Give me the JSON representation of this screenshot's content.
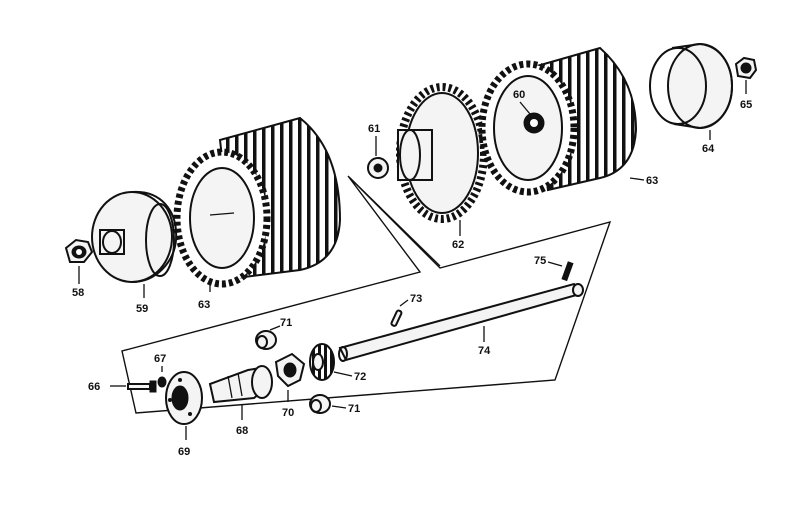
{
  "parts": [
    {
      "id": "nut-58",
      "label": "58"
    },
    {
      "id": "hub-59",
      "label": "59"
    },
    {
      "id": "sprocket-drum-left",
      "label": "63"
    },
    {
      "id": "washer-61",
      "label": "61"
    },
    {
      "id": "sprocket-62",
      "label": "62"
    },
    {
      "id": "boss-60",
      "label": "60"
    },
    {
      "id": "sprocket-drum-right",
      "label": "63"
    },
    {
      "id": "hub-cap-64",
      "label": "64"
    },
    {
      "id": "nut-65",
      "label": "65"
    },
    {
      "id": "pin-75",
      "label": "75"
    },
    {
      "id": "key-73",
      "label": "73"
    },
    {
      "id": "shaft-74",
      "label": "74"
    },
    {
      "id": "bearing-71-top",
      "label": "71"
    },
    {
      "id": "gear-72",
      "label": "72"
    },
    {
      "id": "spider-70",
      "label": "70"
    },
    {
      "id": "bearing-71-bottom",
      "label": "71"
    },
    {
      "id": "axle-68",
      "label": "68"
    },
    {
      "id": "washer-67",
      "label": "67"
    },
    {
      "id": "bolt-66",
      "label": "66"
    },
    {
      "id": "flange-hub-69",
      "label": "69"
    }
  ]
}
